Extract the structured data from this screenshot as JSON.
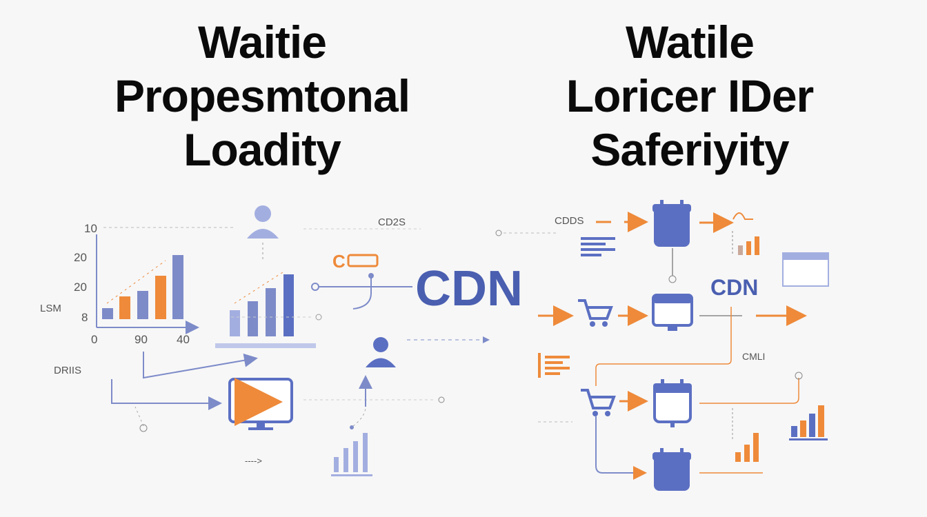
{
  "titles": {
    "left": {
      "line1": "Waitie",
      "line2": "Propesmtonal",
      "line3": "Loadity"
    },
    "right": {
      "line1": "Watile",
      "line2": "Loricer IDer",
      "line3": "Saferiyity"
    }
  },
  "left_diagram": {
    "y_ticks": [
      "10",
      "20",
      "20",
      "8"
    ],
    "x_ticks": [
      "0",
      "90",
      "40"
    ],
    "side_label": "LSM",
    "lower_label": "DRIIS",
    "top_label": "CD2S",
    "bottom_label": "---->",
    "badge": "C"
  },
  "center": {
    "cdn_large": "CDN"
  },
  "right_diagram": {
    "top_label": "CDDS",
    "cdn_small": "CDN",
    "mid_label": "CMLI"
  },
  "colors": {
    "blue": "#5b6fc2",
    "light_blue": "#a3aee0",
    "orange": "#ee8a3a",
    "text": "#0a0a0a",
    "cdn": "#4a5fb0"
  },
  "icons": [
    "user-icon",
    "monitor-icon",
    "calendar-icon",
    "cart-icon",
    "bar-chart-icon",
    "arrow-icon",
    "window-icon"
  ]
}
